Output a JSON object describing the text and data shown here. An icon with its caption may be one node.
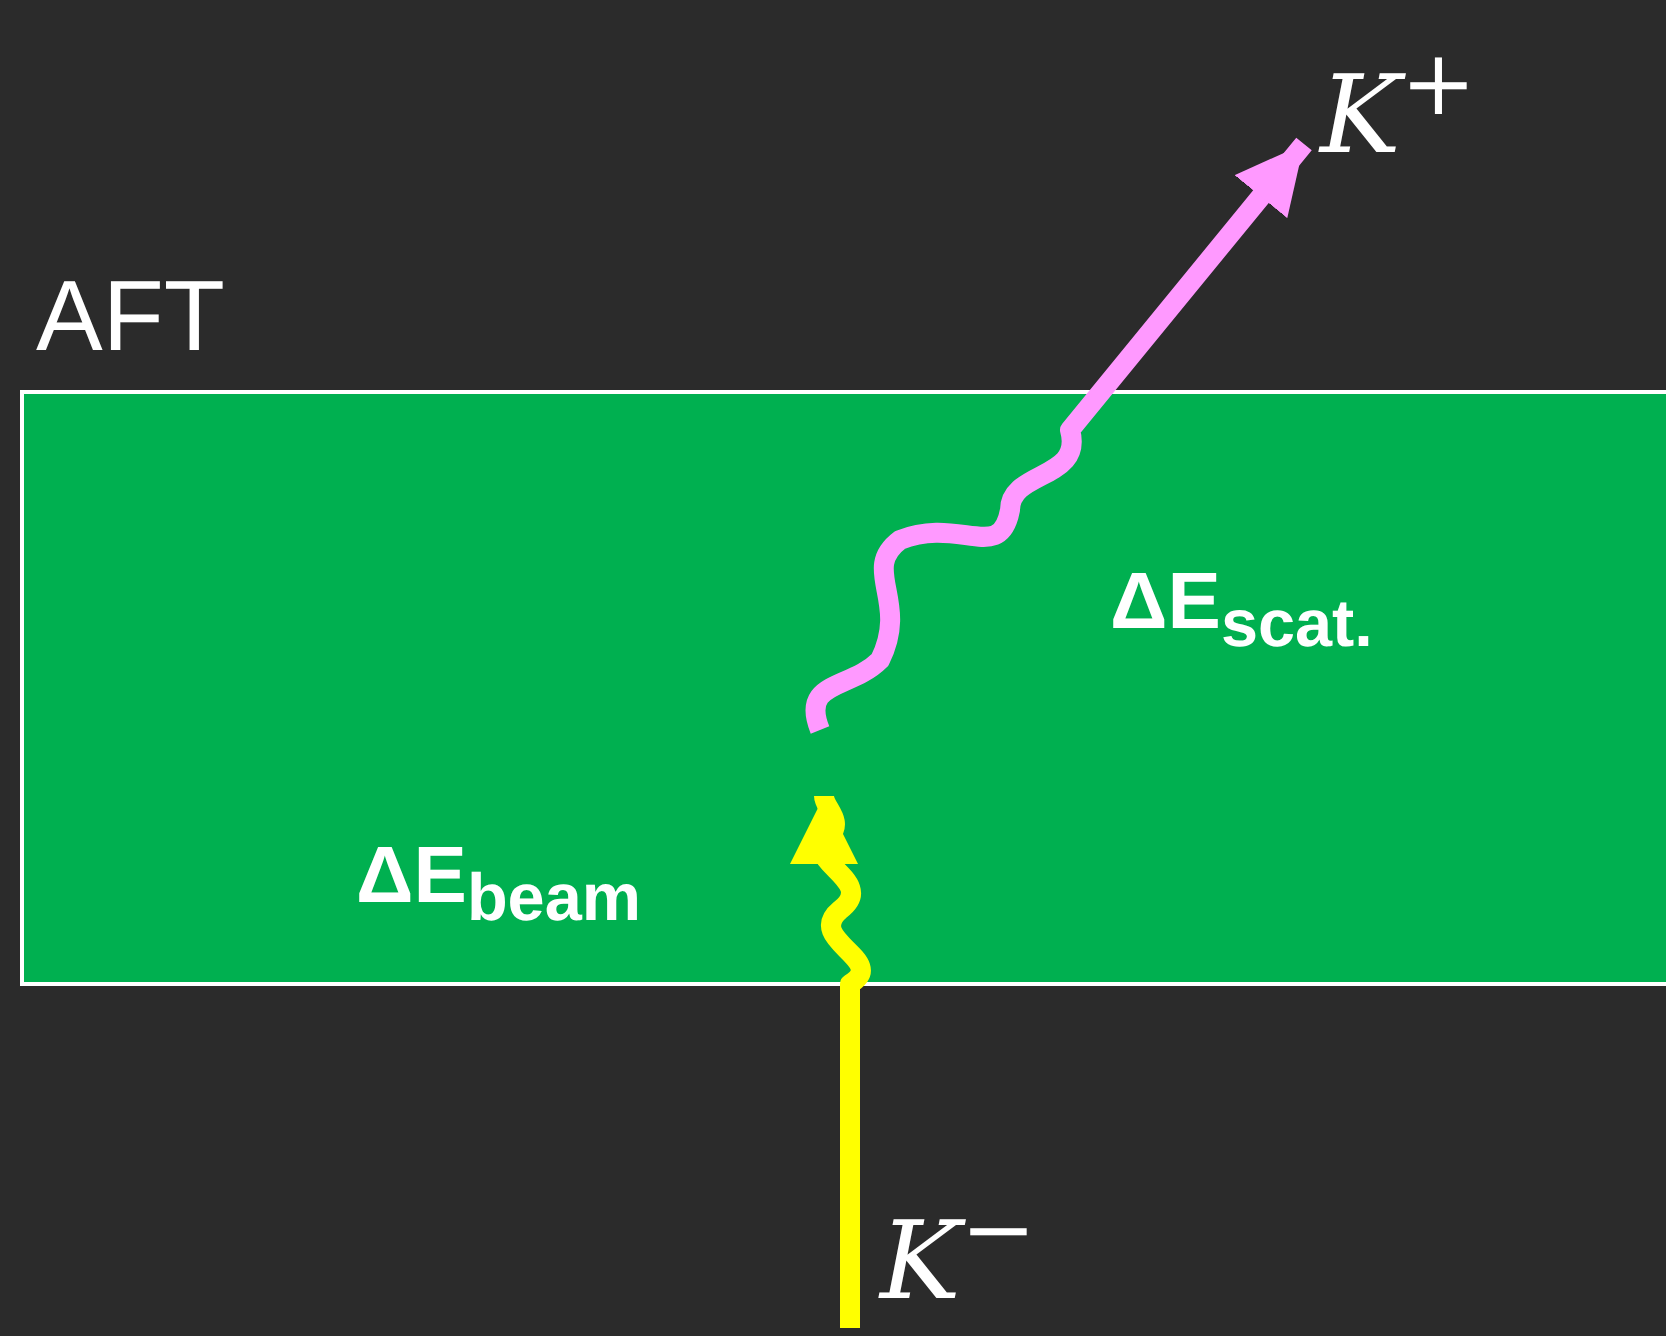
{
  "diagram": {
    "nodes": [
      {
        "text": [
          "AFT"
        ]
      },
      {
        "text": [
          "*K*$^{−}$"
        ]
      },
      {
        "text": [
          "*K*$^{+}$"
        ]
      }
    ],
    "edges": [
      {
        "from": 1,
        "to": 0,
        "arrow": "to",
        "color": "#ffff00"
      },
      {
        "from": 0,
        "to": 2,
        "arrow": "to",
        "color": "#ff99ff"
      }
    ],
    "labels": [
      "ΔE$_{beam}$",
      "ΔE$_{scat.}$"
    ]
  }
}
